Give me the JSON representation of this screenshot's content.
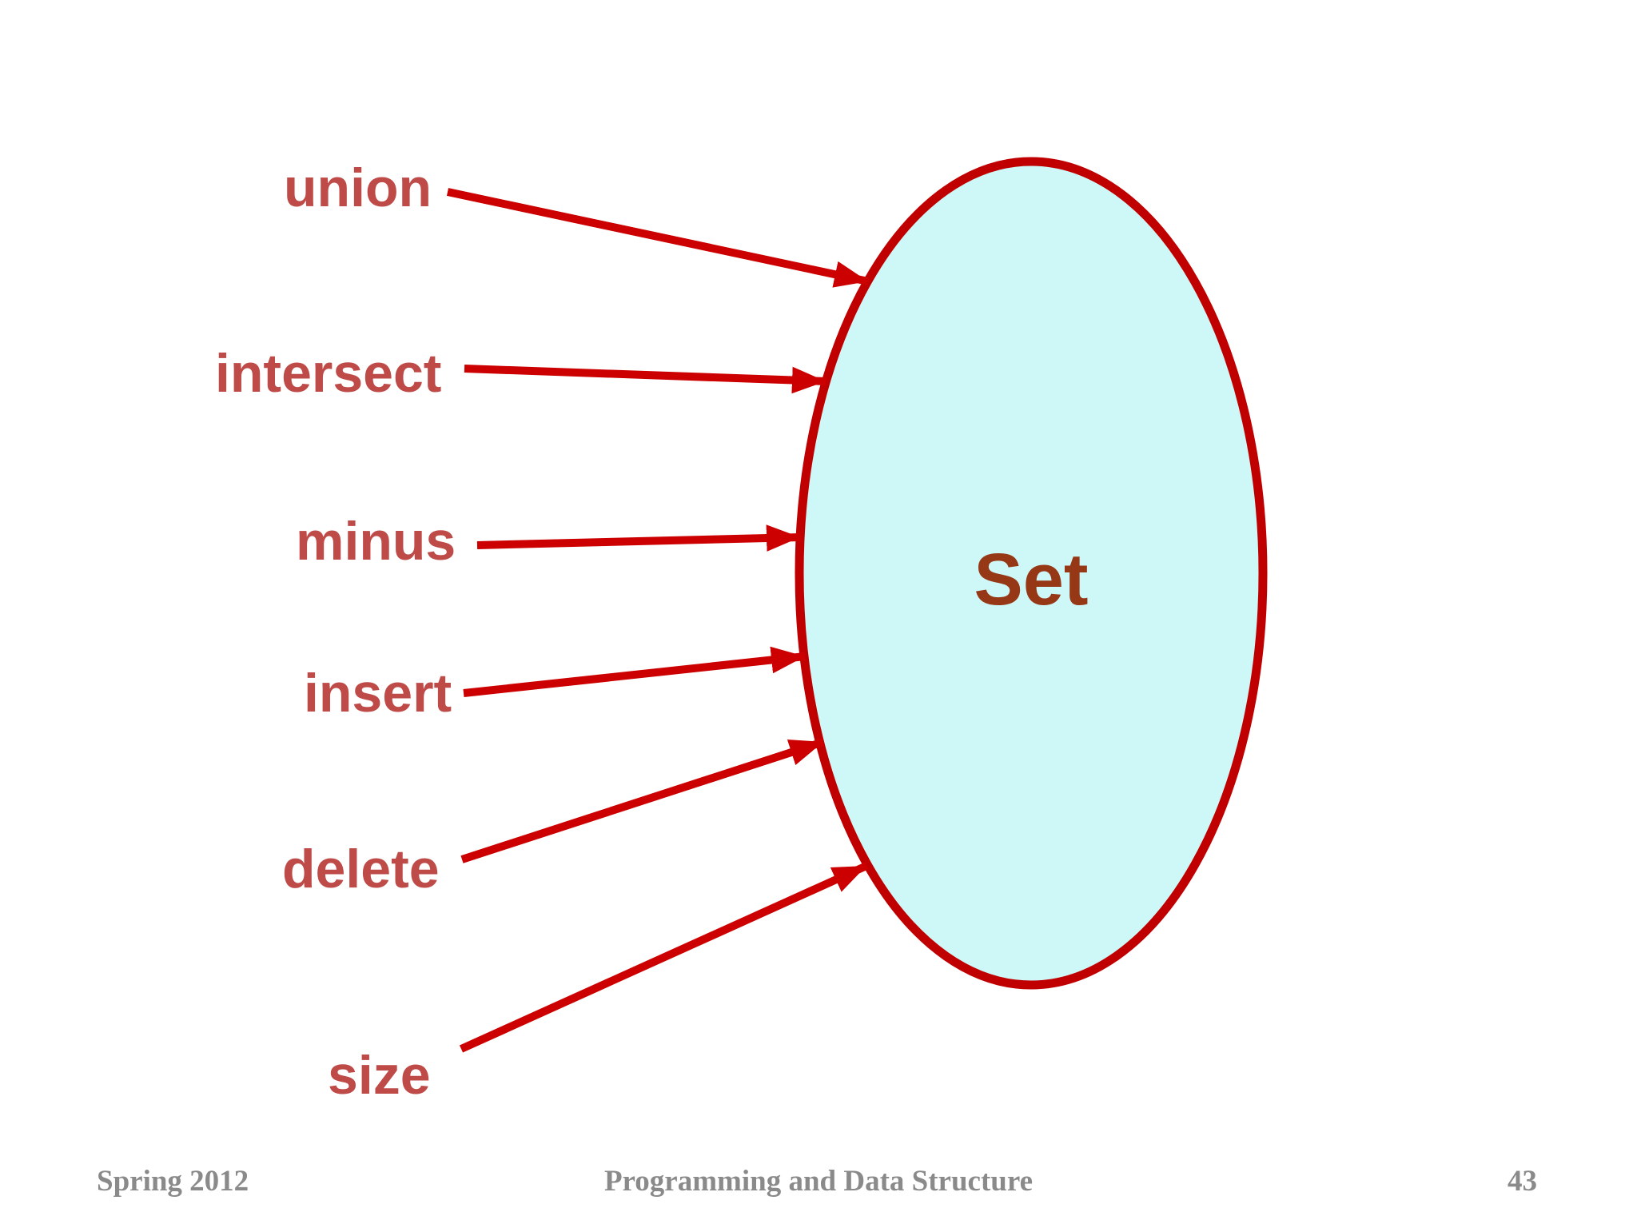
{
  "slide": {
    "diagram": {
      "node_label": "Set",
      "operations": [
        {
          "label": "union"
        },
        {
          "label": "intersect"
        },
        {
          "label": "minus"
        },
        {
          "label": "insert"
        },
        {
          "label": "delete"
        },
        {
          "label": "size"
        }
      ]
    },
    "footer": {
      "left": "Spring 2012",
      "center": "Programming and Data Structure",
      "page_number": "43"
    },
    "colors": {
      "arrow_red": "#CC0000",
      "ellipse_border": "#C00000",
      "ellipse_fill": "#CEF7F7",
      "operation_label": "#BE4B48",
      "node_label": "#963816",
      "footer_text": "#8A8A8A"
    }
  }
}
